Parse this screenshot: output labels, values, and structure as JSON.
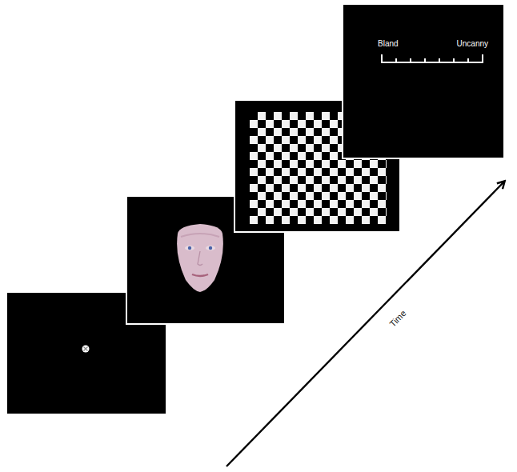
{
  "diagram": {
    "nodes": [
      {
        "text": [
          "Bland",
          "Uncanny"
        ]
      }
    ],
    "labels": [
      "Time"
    ]
  }
}
